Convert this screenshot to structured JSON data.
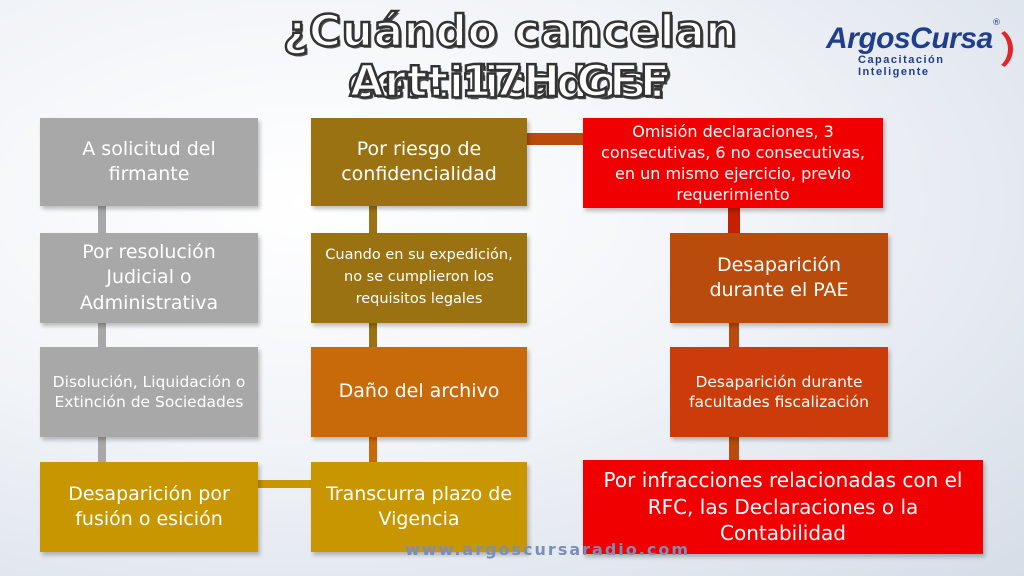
{
  "title": {
    "line1": "¿Cuándo cancelan certificados?",
    "line2": "Art. 17H CFF"
  },
  "logo": {
    "name": "ArgosCursa",
    "sub1": "Capacitación",
    "sub2": "Inteligente",
    "reg": "®"
  },
  "footer": {
    "url": "www.argoscursaradio.com"
  },
  "column1": [
    "A solicitud del firmante",
    "Por resolución Judicial o Administrativa",
    "Disolución, Liquidación o Extinción de Sociedades",
    "Desaparición por fusión o esición"
  ],
  "column2": [
    "Por riesgo de confidencialidad",
    "Cuando en su expedición, no se cumplieron los requisitos legales",
    "Daño del archivo",
    "Transcurra plazo de Vigencia"
  ],
  "column3": [
    "Omisión declaraciones, 3 consecutivas, 6 no consecutivas, en un mismo ejercicio, previo requerimiento",
    "Desaparición durante el PAE",
    "Desaparición durante facultades fiscalización",
    "Por infracciones relacionadas con el RFC, las Declaraciones o la Contabilidad"
  ],
  "colors": {
    "gray": "#a8a8a8",
    "dark_gold": "#9a7212",
    "light_gold": "#c89600",
    "orange": "#c86a0a",
    "rust": "#b94b0d",
    "red": "#f00000"
  }
}
